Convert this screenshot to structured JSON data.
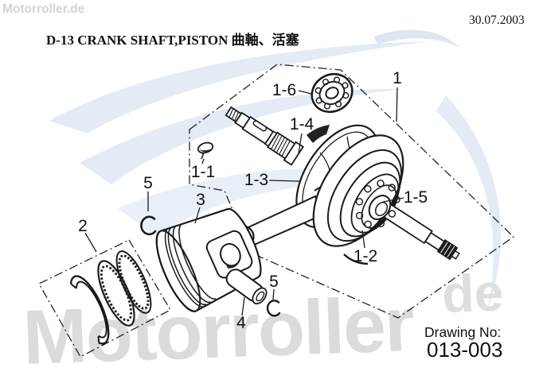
{
  "page": {
    "background": "#ffffff",
    "line_color": "#1a1a1a"
  },
  "header": {
    "watermark_small": "Motorroller.de",
    "title": "D-13 CRANK SHAFT,PISTON 曲軸、活塞",
    "date": "30.07.2003"
  },
  "watermark": {
    "big_text": "Motorroller",
    "big_text_suffix": "de",
    "text_color": "#dbdbdb",
    "eagle_color": "#e4ebf4"
  },
  "callouts": {
    "c1": "1",
    "c1_1": "1-1",
    "c1_2": "1-2",
    "c1_3": "1-3",
    "c1_4": "1-4",
    "c1_5": "1-5",
    "c1_6": "1-6",
    "c2": "2",
    "c3": "3",
    "c4": "4",
    "c5_left": "5",
    "c5_right": "5"
  },
  "footer": {
    "drawing_no_label": "Drawing No:",
    "drawing_no_value": "013-003"
  }
}
